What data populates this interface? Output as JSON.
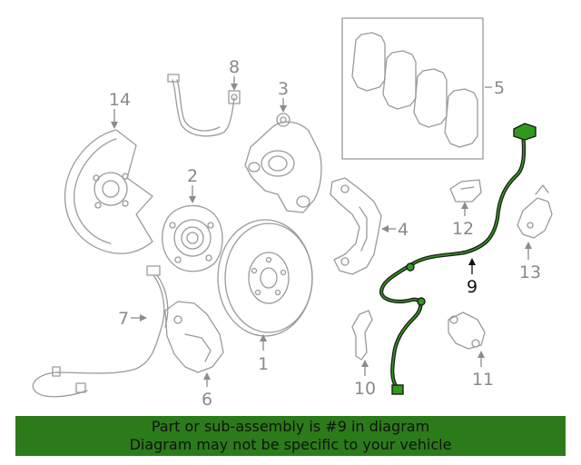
{
  "callouts": {
    "c1": "1",
    "c2": "2",
    "c3": "3",
    "c4": "4",
    "c5": "5",
    "c6": "6",
    "c7": "7",
    "c8": "8",
    "c9": "9",
    "c10": "10",
    "c11": "11",
    "c12": "12",
    "c13": "13",
    "c14": "14"
  },
  "highlighted_part": "9",
  "colors": {
    "highlight_line": "#2f9a1c",
    "banner": "#2c7b1a",
    "parts": "#9a9a9a"
  },
  "banner": {
    "line1": "Part or sub-assembly is #9 in diagram",
    "line2": "Diagram may not be specific to your vehicle"
  }
}
